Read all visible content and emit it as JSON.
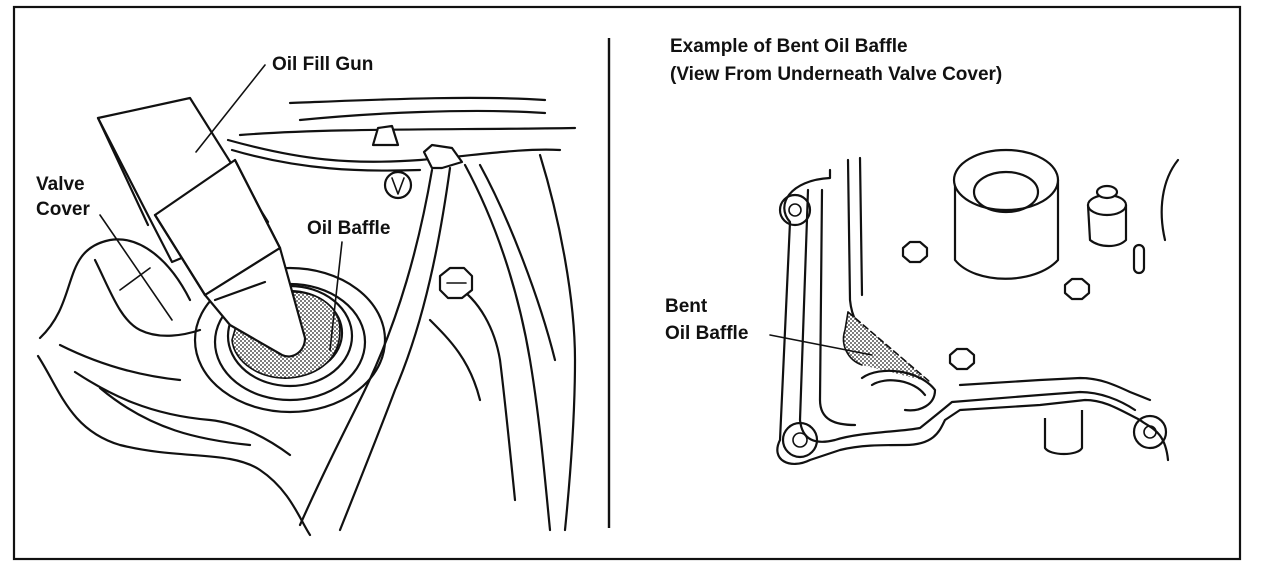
{
  "left_panel": {
    "labels": {
      "oil_fill_gun": "Oil Fill Gun",
      "valve_cover_1": "Valve",
      "valve_cover_2": "Cover",
      "oil_baffle": "Oil Baffle"
    }
  },
  "right_panel": {
    "title_1": "Example of Bent Oil Baffle",
    "title_2": "(View From Underneath Valve Cover)",
    "labels": {
      "bent_1": "Bent",
      "bent_2": "Oil Baffle"
    }
  }
}
